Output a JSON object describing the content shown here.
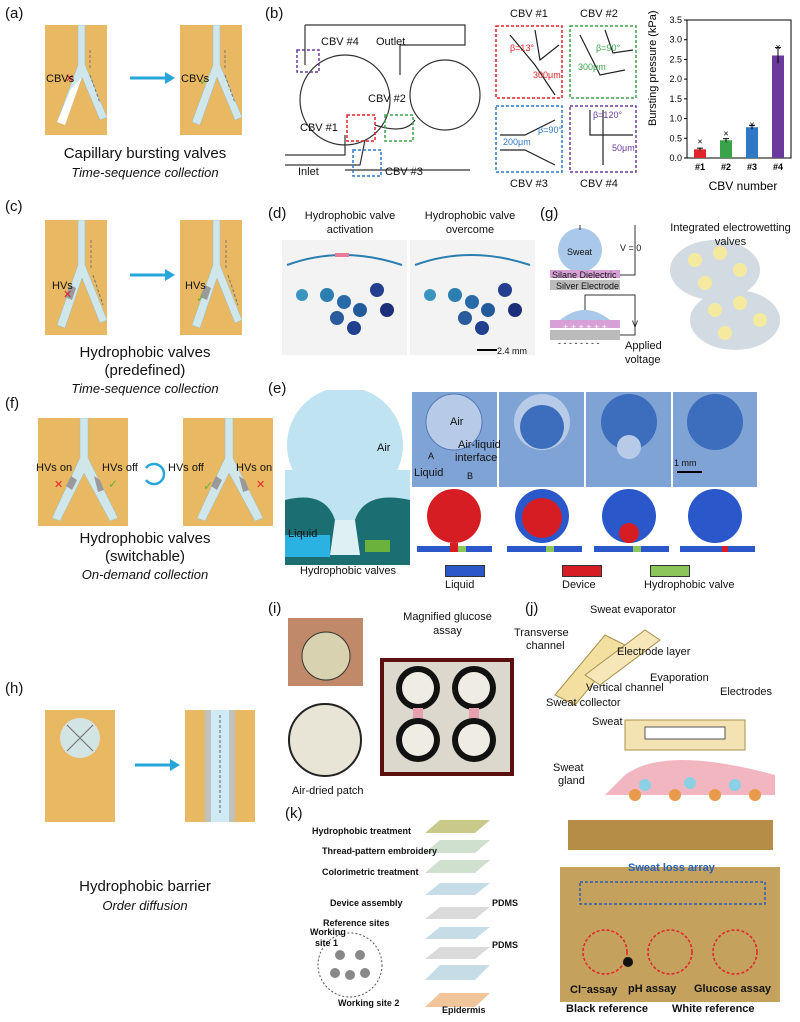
{
  "colors": {
    "tan": "#e9b862",
    "channel": "#cfe7ea",
    "arrow": "#27a6d9",
    "red": "#e0242b",
    "green": "#6ab23c",
    "purple": "#6a3b9c",
    "darkblue": "#1f3f8f",
    "plum": "#7a3aa0"
  },
  "a": {
    "label": "(a)",
    "cbv_left": "CBVs",
    "cbv_right": "CBVs",
    "caption": "Capillary bursting valves",
    "sub": "Time-sequence collection"
  },
  "b": {
    "label": "(b)",
    "cbv4": "CBV #4",
    "outlet": "Outlet",
    "cbv2": "CBV #2",
    "cbv1": "CBV #1",
    "inlet": "Inlet",
    "cbv3": "CBV #3",
    "zoom": {
      "t1": "CBV #1",
      "t2": "CBV #2",
      "t3": "CBV #3",
      "t4": "CBV #4",
      "beta1": "β=13°",
      "len1": "300μm",
      "beta2": "β=90°",
      "len2": "300μm",
      "len3": "200μm",
      "beta3": "β=90°",
      "beta4": "β=120°",
      "len4": "50μm"
    }
  },
  "c": {
    "label": "(c)",
    "hv_left": "HVs",
    "hv_right": "HVs",
    "caption1": "Hydrophobic valves",
    "caption2": "(predefined)",
    "sub": "Time-sequence collection"
  },
  "d": {
    "label": "(d)",
    "title1": "Hydrophobic valve",
    "title1b": "activation",
    "title2": "Hydrophobic valve",
    "title2b": "overcome",
    "scale": "2.4  mm"
  },
  "g": {
    "label": "(g)",
    "sweat": "Sweat",
    "v0": "V = 0",
    "v": "V",
    "silane": "Silane Dielectric",
    "silver": "Silver Electrode",
    "title1": "Integrated electrowetting",
    "title2": "valves",
    "applied1": "Applied",
    "applied2": "voltage",
    "plus": "+ + + + + +",
    "minus": "- - - - - - - -"
  },
  "f": {
    "label": "(f)",
    "hvs_on_l": "HVs on",
    "hvs_off_l": "HVs off",
    "hvs_off_r": "HVs off",
    "hvs_on_r": "HVs on",
    "caption1": "Hydrophobic valves",
    "caption2": "(switchable)",
    "sub": "On-demand collection"
  },
  "e": {
    "label": "(e)",
    "air": "Air",
    "liquid": "Liquid",
    "hv": "Hydrophobic valves",
    "air2": "Air",
    "interface1": "Air-liquid",
    "interface2": "interface",
    "a": "A",
    "b": "B",
    "liquid2": "Liquid",
    "scale": "1 mm",
    "legend": [
      {
        "name": "Liquid",
        "color": "#2a57c9"
      },
      {
        "name": "Device",
        "color": "#d61d24"
      },
      {
        "name": "Hydrophobic valve",
        "color": "#8cc65a"
      }
    ]
  },
  "h": {
    "label": "(h)",
    "caption": "Hydrophobic barrier",
    "sub": "Order diffusion"
  },
  "i": {
    "label": "(i)",
    "title1": "Magnified glucose",
    "title2": "assay",
    "patch": "Air-dried patch"
  },
  "j": {
    "label": "(j)",
    "evaporator": "Sweat evaporator",
    "transverse1": "Transverse",
    "transverse2": "channel",
    "electrode_layer": "Electrode layer",
    "vertical": "Vertical channel",
    "evaporation": "Evaporation",
    "collector": "Sweat collector",
    "electrodes": "Electrodes",
    "sweat": "Sweat",
    "gland1": "Sweat",
    "gland2": "gland"
  },
  "k": {
    "label": "(k)",
    "steps": [
      "Hydrophobic  treatment",
      "Thread-pattern embroidery",
      "Colorimetric treatment",
      "Device assembly",
      "Reference sites"
    ],
    "pdms1": "PDMS",
    "pdms2": "PDMS",
    "ws1a": "Working",
    "ws1b": "site 1",
    "ws2": "Working site 2",
    "epidermis": "Epidermis",
    "sweat_loss": "Sweat loss array",
    "cl": "Cl⁻assay",
    "ph": "pH assay",
    "glucose": "Glucose assay",
    "black": "Black reference",
    "white": "White reference"
  },
  "chart_data": {
    "type": "bar",
    "categories": [
      "#1",
      "#2",
      "#3",
      "#4"
    ],
    "values": [
      0.22,
      0.45,
      0.78,
      2.6
    ],
    "errors": [
      0.03,
      0.04,
      0.05,
      0.2
    ],
    "simulated": [
      0.42,
      0.62,
      0.85,
      2.82
    ],
    "bar_colors": [
      "#e0242b",
      "#3aa34a",
      "#2f78c5",
      "#6a3b9c"
    ],
    "ylabel": "Bursting pressure (kPa)",
    "xlabel": "CBV number",
    "yticks": [
      "0.0",
      "0.5",
      "1.0",
      "1.5",
      "2.0",
      "2.5",
      "3.0",
      "3.5"
    ],
    "ylim": [
      0,
      3.5
    ]
  }
}
